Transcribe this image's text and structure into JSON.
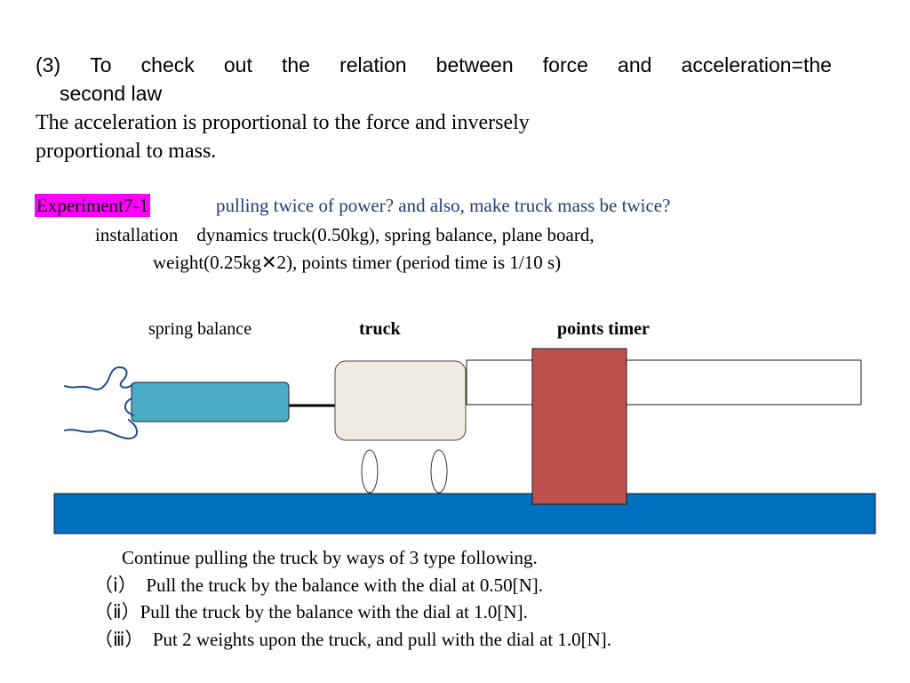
{
  "heading": {
    "number": "(3)",
    "words": [
      "To",
      "check",
      "out",
      "the",
      "relation",
      "between",
      "force",
      "and",
      "acceleration=the"
    ],
    "line2": "second law"
  },
  "law": {
    "line1": " The acceleration is proportional to the force and inversely",
    "line2": "proportional to mass."
  },
  "experiment": {
    "tag": "Experiment7-1",
    "question": "pulling twice of power? and also, make truck mass be twice?",
    "install_line1": "installation　dynamics truck(0.50kg), spring balance, plane board,",
    "install_line2": "weight(0.25kg✕2), points timer (period time is 1/10 s)"
  },
  "diagram": {
    "labels": {
      "spring_balance": "spring balance",
      "truck": "truck",
      "points_timer": "points timer"
    },
    "colors": {
      "spring_balance": "#4bacc6",
      "truck": "#eeece1",
      "timer": "#c0504d",
      "board": "#0070c0",
      "hand": "#1f4e8c"
    }
  },
  "ways": {
    "intro": "Continue pulling the truck by ways of 3 type following.",
    "items": [
      "（ⅰ）　Pull the truck by the balance with the dial at 0.50[N].",
      "（ⅱ）Pull the truck by the balance with the dial at 1.0[N].",
      "（ⅲ）　Put 2 weights upon the truck, and pull with the dial at 1.0[N]."
    ]
  }
}
